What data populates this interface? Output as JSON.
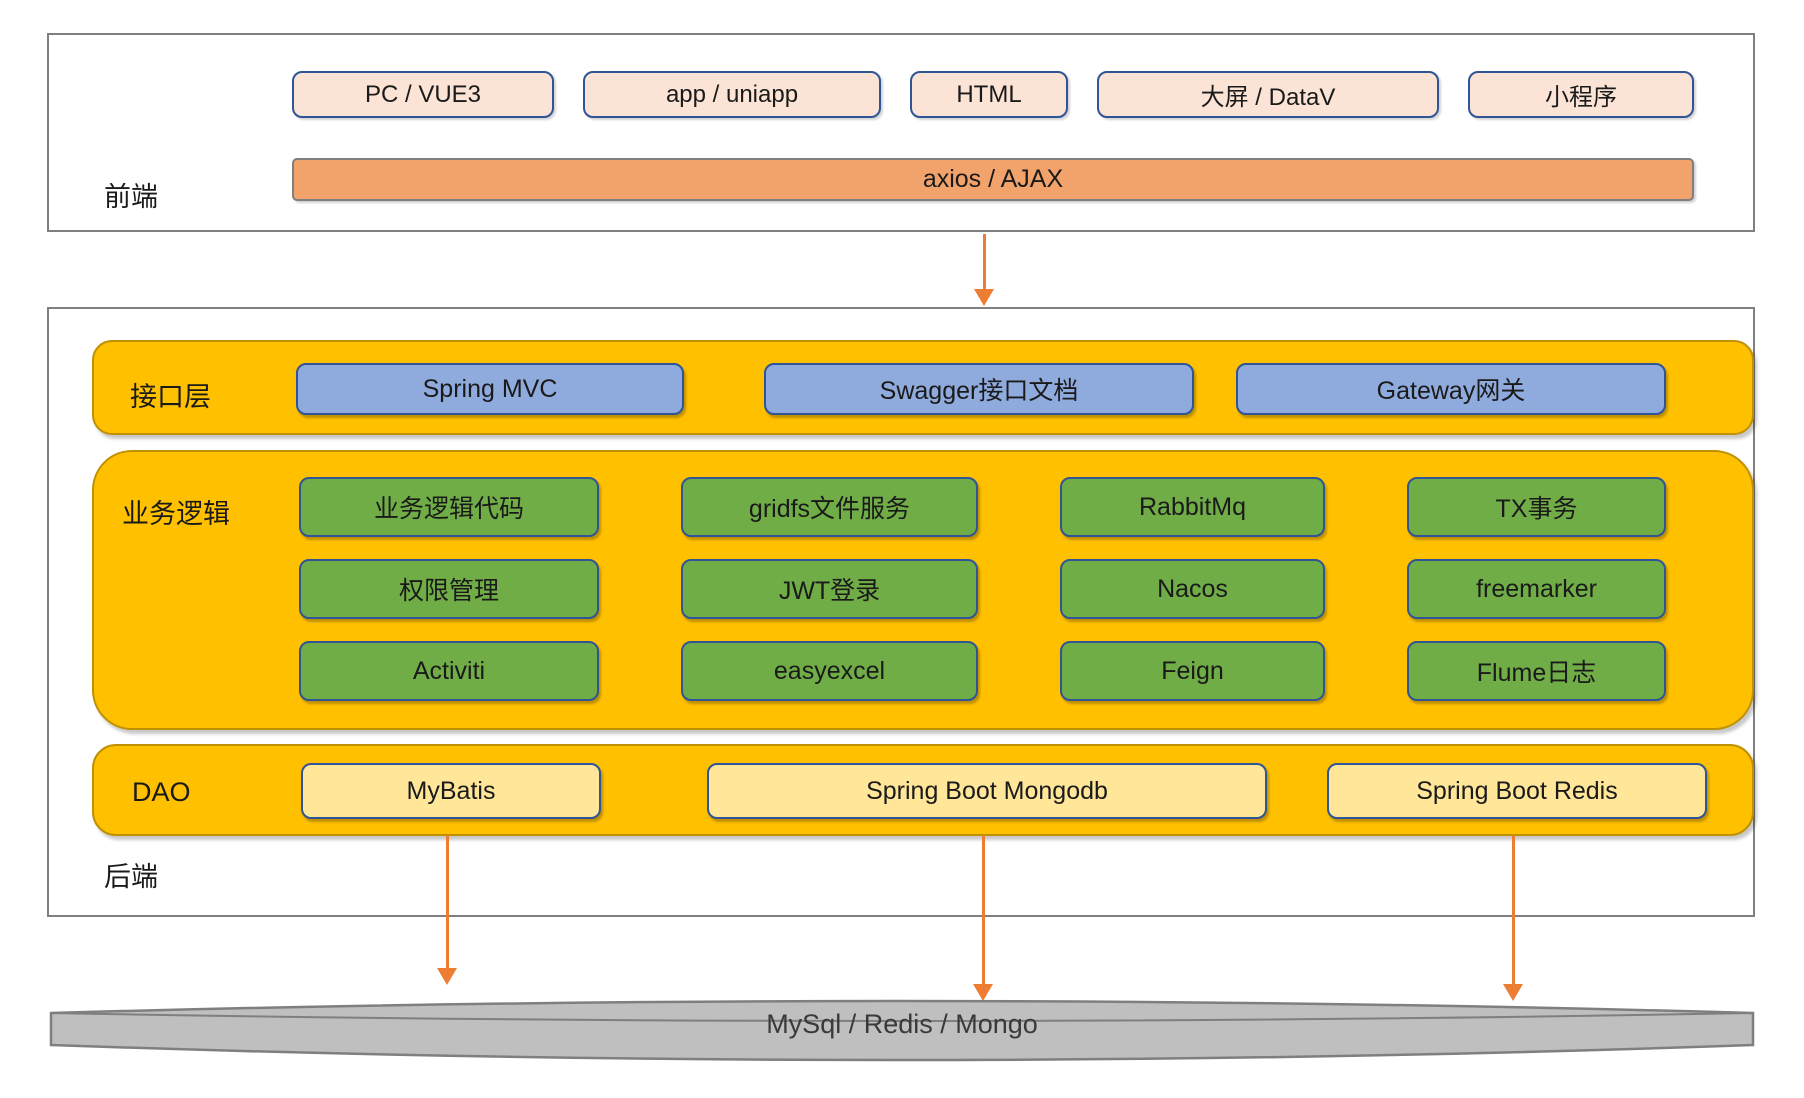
{
  "frontend": {
    "label": "前端",
    "clients": [
      {
        "label": "PC / VUE3"
      },
      {
        "label": "app / uniapp"
      },
      {
        "label": "HTML"
      },
      {
        "label": "大屏 / DataV"
      },
      {
        "label": "小程序"
      }
    ],
    "transport_label": "axios / AJAX"
  },
  "backend": {
    "label": "后端",
    "interface_layer": {
      "label": "接口层",
      "items": [
        {
          "label": "Spring MVC"
        },
        {
          "label": "Swagger接口文档"
        },
        {
          "label": "Gateway网关"
        }
      ]
    },
    "business_layer": {
      "label": "业务逻辑",
      "rows": [
        [
          {
            "label": "业务逻辑代码"
          },
          {
            "label": "gridfs文件服务"
          },
          {
            "label": "RabbitMq"
          },
          {
            "label": "TX事务"
          }
        ],
        [
          {
            "label": "权限管理"
          },
          {
            "label": "JWT登录"
          },
          {
            "label": "Nacos"
          },
          {
            "label": "freemarker"
          }
        ],
        [
          {
            "label": "Activiti"
          },
          {
            "label": "easyexcel"
          },
          {
            "label": "Feign"
          },
          {
            "label": "Flume日志"
          }
        ]
      ]
    },
    "dao_layer": {
      "label": "DAO",
      "items": [
        {
          "label": "MyBatis"
        },
        {
          "label": "Spring Boot Mongodb"
        },
        {
          "label": "Spring Boot Redis"
        }
      ]
    }
  },
  "database": {
    "label": "MySql / Redis / Mongo"
  },
  "colors": {
    "band": "#FFC000",
    "band_border": "#BF9000",
    "client_fill": "#FBE3D5",
    "client_border": "#2F5597",
    "transport_fill": "#F2A36C",
    "interface_fill": "#8FAADC",
    "business_fill": "#70AD47",
    "dao_fill": "#FFE699",
    "arrow": "#ED7D31",
    "database_fill": "#BFBFBF",
    "outline": "#7F7F7F"
  }
}
